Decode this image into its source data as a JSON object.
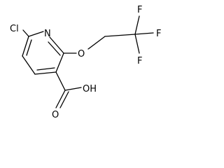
{
  "molecule": {
    "atoms": {
      "cl": "Cl",
      "n": "N",
      "o_ether": "O",
      "f1": "F",
      "f2": "F",
      "f3": "F",
      "oh": "OH",
      "o_carbonyl": "O"
    }
  }
}
